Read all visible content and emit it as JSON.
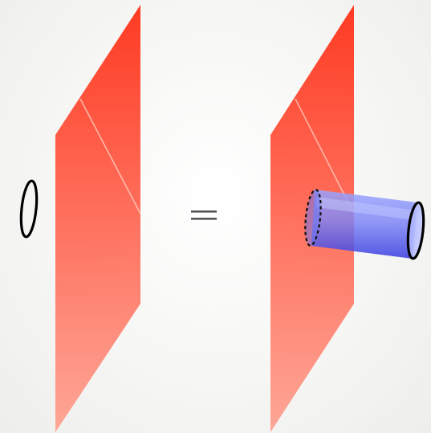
{
  "diagram": {
    "operator": "=",
    "colors": {
      "sheet_top": "#ff2a10",
      "sheet_bottom": "#ffa090",
      "sheet_crease": "#ffd2c6",
      "tube_light": "#9aa6ff",
      "tube_dark": "#3b3fe0",
      "loop_stroke": "#000000",
      "operator_color": "#555555",
      "background": "#f4f4f2"
    },
    "left_side": {
      "loop": "closed-loop",
      "sheet": "red-membrane"
    },
    "right_side": {
      "sheet": "red-membrane",
      "tube": "blue-cylinder",
      "tube_outer_end": "closed-loop",
      "tube_inner_end": "dashed-loop"
    }
  }
}
